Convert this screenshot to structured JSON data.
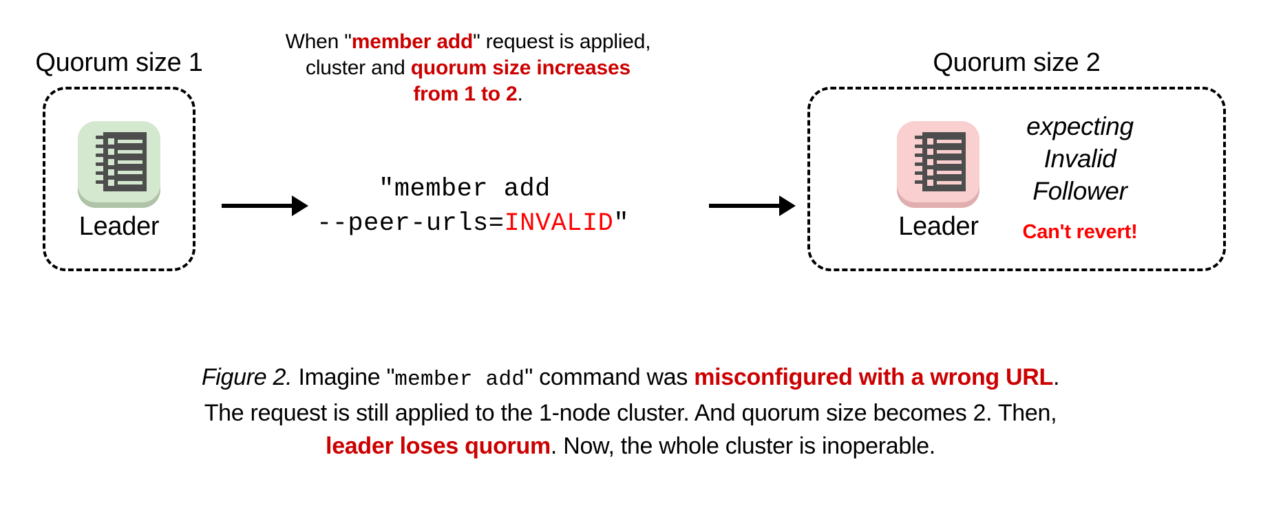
{
  "figure": {
    "colors": {
      "red_accent": "#cc0000",
      "bright_red": "#ff0000",
      "node_green_tile": "#d4e8cf",
      "node_green_shadow": "#afc3a8",
      "node_pink_tile": "#f9cfcf",
      "node_pink_shadow": "#e0aeae",
      "glyph_dark": "#4d4d4d",
      "outline_black": "#000000"
    },
    "left_cluster": {
      "title": "Quorum size 1",
      "node": {
        "label": "Leader",
        "icon_name": "etcd-node-icon",
        "tile_color": "#d4e8cf"
      }
    },
    "right_cluster": {
      "title": "Quorum size 2",
      "node": {
        "label": "Leader",
        "icon_name": "etcd-node-icon",
        "tile_color": "#f9cfcf"
      },
      "status_lines": [
        "expecting",
        "Invalid",
        "Follower"
      ],
      "warning": "Can't revert!"
    },
    "top_note": {
      "line1_pre": "When \"",
      "line1_red": "member add",
      "line1_post": "\" request is applied,",
      "line2_pre": "cluster and ",
      "line2_red": "quorum size increases",
      "line3_red": "from 1 to 2",
      "line3_post": "."
    },
    "command": {
      "line1": "\"member add",
      "line2_pre": "--peer-urls=",
      "line2_invalid": "INVALID",
      "line2_post": "\""
    },
    "arrows": [
      {
        "name": "arrow-left-to-command"
      },
      {
        "name": "arrow-command-to-right"
      }
    ],
    "caption": {
      "label": "Figure 2.",
      "seg1": " Imagine \"",
      "mono1": "member add",
      "seg2": "\" command was ",
      "red1": "misconfigured with a wrong URL",
      "seg3": ".",
      "line2": "The request is still applied to the 1-node cluster. And quorum size becomes 2. Then,",
      "red2": "leader loses quorum",
      "seg4": ". Now, the whole cluster is inoperable."
    }
  }
}
